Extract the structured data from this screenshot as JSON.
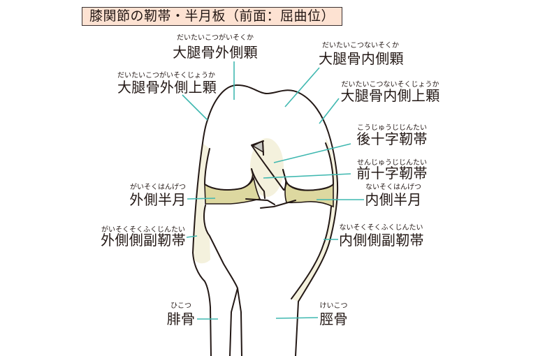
{
  "title": "膝関節の靭帯・半月板（前面：屈曲位）",
  "labels": [
    {
      "text": "大腿骨外側顆",
      "ruby": "だいたいこつがいそくか"
    },
    {
      "text": "大腿骨外側上顆",
      "ruby": "だいたいこつがいそくじょうか"
    },
    {
      "text": "大腿骨内側顆",
      "ruby": "だいたいこつないそくか"
    },
    {
      "text": "大腿骨内側上顆",
      "ruby": "だいたいこつないそくじょうか"
    },
    {
      "text": "後十字靭帯",
      "ruby": "こうじゅうじじんたい"
    },
    {
      "text": "前十字靭帯",
      "ruby": "せんじゅうじじんたい"
    },
    {
      "text": "内側半月",
      "ruby": "ないそくはんげつ"
    },
    {
      "text": "外側半月",
      "ruby": "がいそくはんげつ"
    },
    {
      "text": "外側側副靭帯",
      "ruby": "がいそくそくふくじんたい"
    },
    {
      "text": "内側側副靭帯",
      "ruby": "ないそくそくふくじんたい"
    },
    {
      "text": "腓骨",
      "ruby": "ひこつ"
    },
    {
      "text": "脛骨",
      "ruby": "けいこつ"
    }
  ],
  "colors": {
    "title_background": "#fde2d2",
    "outline": "#231815",
    "leader_line": "#3fb8b0",
    "ligament_fill": "#f4f1dd",
    "meniscus_fill": "#ddd8a0",
    "notch_gray": "#c9c9c4"
  }
}
